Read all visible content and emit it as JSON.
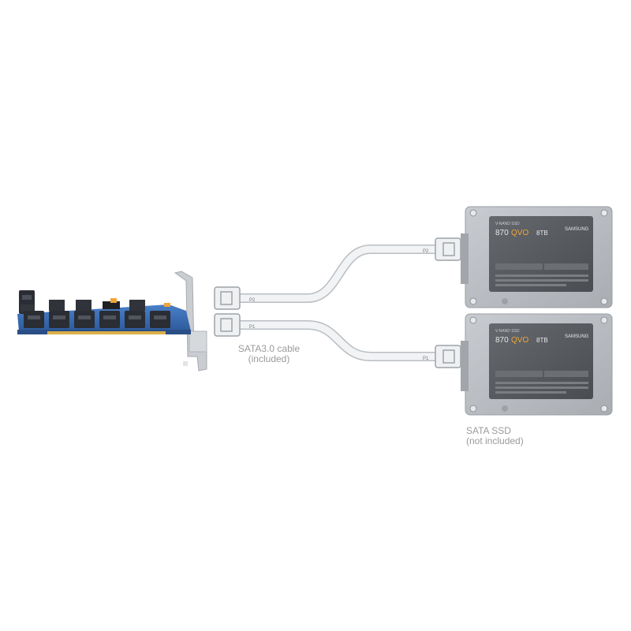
{
  "captions": {
    "cable": {
      "line1": "SATA3.0 cable",
      "line2": "(included)"
    },
    "ssd": {
      "line1": "SATA SSD",
      "line2": "(not included)"
    }
  },
  "ssd_label": {
    "brand": "SAMSUNG",
    "model_prefix": "870",
    "model_name": "QVO",
    "capacity": "8TB",
    "part_number": "V-NAND SSD"
  },
  "cable_tags": {
    "top": "P2",
    "bottom": "P1"
  },
  "colors": {
    "pcb": "#3b6fb8",
    "connector": "#2a2d33",
    "ssd_body": "#b9bdc2",
    "ssd_label": "#55585d",
    "accent": "#f0a63a",
    "cable": "#e9ecef",
    "caption": "#9a9a9a"
  }
}
